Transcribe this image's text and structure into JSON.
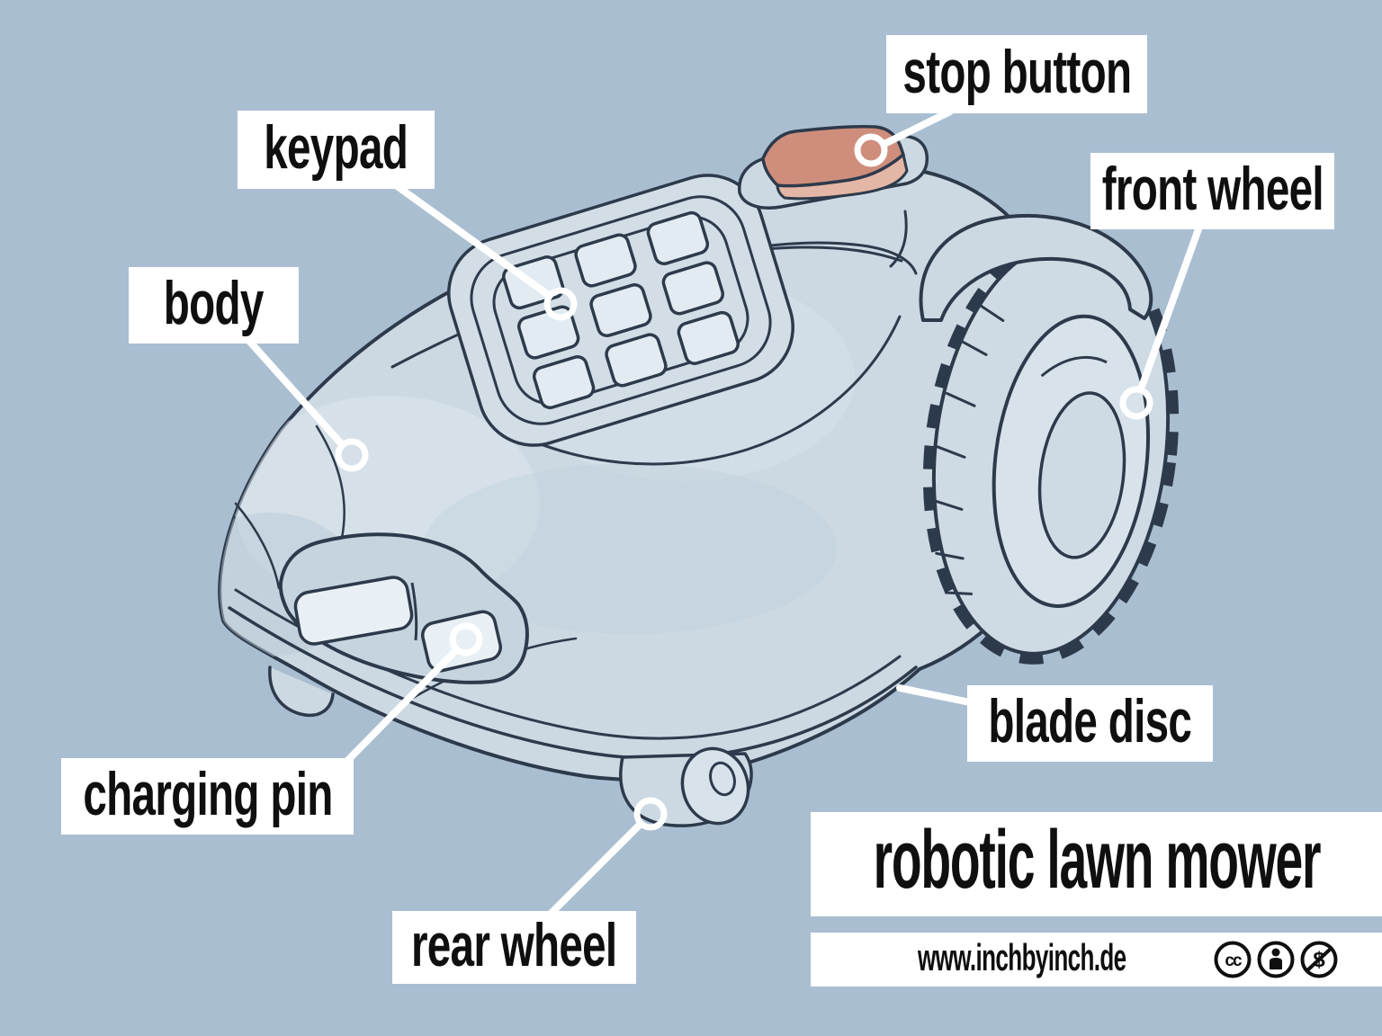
{
  "title": "robotic lawn mower",
  "labels": {
    "stop_button": "stop button",
    "keypad": "keypad",
    "body": "body",
    "front_wheel": "front wheel",
    "charging_pin": "charging pin",
    "blade_disc": "blade disc",
    "rear_wheel": "rear wheel"
  },
  "footer": {
    "website": "www.inchbyinch.de",
    "license_icons": [
      "cc-icon",
      "attribution-icon",
      "non-commercial-icon"
    ]
  },
  "colors": {
    "background": "#a9bed1",
    "mower_body": "#ccd9e3",
    "outline": "#2d3a4b",
    "stop_button_top": "#cf8e7c",
    "stop_button_front": "#e4b6a5",
    "label_background": "#ffffff",
    "text": "#0f0f0f",
    "leader_line": "#ffffff"
  }
}
